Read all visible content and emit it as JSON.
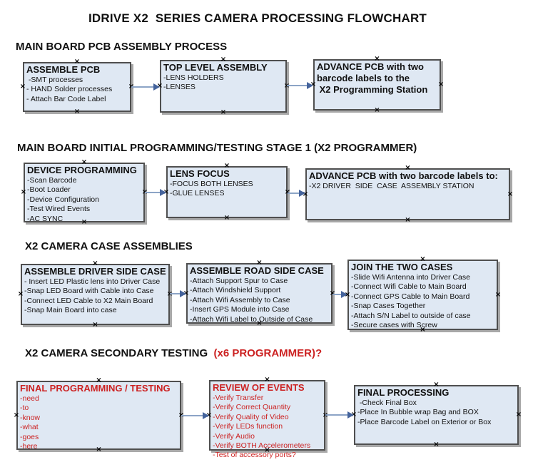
{
  "title": "IDRIVE X2  SERIES CAMERA PROCESSING FLOWCHART",
  "colors": {
    "box_fill": "#dfe8f3",
    "box_border": "#4f4f4f",
    "arrow_line": "#8ca4c6",
    "arrow_head": "#44639c",
    "red_text": "#cc2222",
    "black_text": "#111111"
  },
  "sections": [
    {
      "heading": "MAIN BOARD PCB ASSEMBLY PROCESS",
      "boxes": [
        {
          "id": "assemble-pcb",
          "title": "ASSEMBLE PCB",
          "color": "black",
          "items": [
            " -SMT processes",
            "- HAND Solder processes",
            "- Attach Bar Code Label"
          ]
        },
        {
          "id": "top-level-assembly",
          "title": "TOP LEVEL ASSEMBLY",
          "color": "black",
          "items": [
            "-LENS HOLDERS",
            "-LENSES"
          ]
        },
        {
          "id": "advance-pcb-to-programming",
          "color": "black",
          "title_lines": [
            "ADVANCE PCB with two",
            "barcode labels to the",
            " X2 Programming Station"
          ],
          "items": []
        }
      ]
    },
    {
      "heading": "MAIN BOARD INITIAL PROGRAMMING/TESTING STAGE 1 (X2 PROGRAMMER)",
      "boxes": [
        {
          "id": "device-programming",
          "title": "DEVICE PROGRAMMING",
          "color": "black",
          "items": [
            "-Scan Barcode",
            "-Boot Loader",
            "-Device Configuration",
            "-Test Wired Events",
            "-AC SYNC"
          ]
        },
        {
          "id": "lens-focus",
          "title": "LENS FOCUS",
          "color": "black",
          "items": [
            "-FOCUS BOTH LENSES",
            "-GLUE LENSES"
          ]
        },
        {
          "id": "advance-pcb-to-driver-station",
          "title": "ADVANCE PCB with two barcode labels to:",
          "color": "black",
          "items": [
            "-X2 DRIVER  SIDE  CASE  ASSEMBLY STATION"
          ]
        }
      ]
    },
    {
      "heading": "X2 CAMERA CASE ASSEMBLIES",
      "boxes": [
        {
          "id": "assemble-driver-side-case",
          "title": "ASSEMBLE DRIVER SIDE CASE",
          "color": "black",
          "items": [
            "- Insert LED Plastic lens into Driver Case",
            "-Snap LED Board with Cable into Case",
            "-Connect LED Cable to X2 Main Board",
            "-Snap Main Board into case"
          ]
        },
        {
          "id": "assemble-road-side-case",
          "title": "ASSEMBLE ROAD SIDE CASE",
          "color": "black",
          "items": [
            "-Attach Support Spur to Case",
            "-Attach Windshield Support",
            "-Attach Wifi Assembly to Case",
            "-Insert GPS Module into Case",
            "-Attach Wifi Label to Outside of Case"
          ]
        },
        {
          "id": "join-the-two-cases",
          "title": "JOIN THE TWO CASES",
          "color": "black",
          "items": [
            "-Slide Wifi Antenna into Driver Case",
            "-Connect Wifi Cable to Main Board",
            "-Connect GPS Cable to Main Board",
            "-Snap Cases Together",
            "-Attach S/N Label to outside of case",
            "-Secure cases with Screw"
          ]
        }
      ]
    },
    {
      "heading": "X2 CAMERA SECONDARY TESTING  ",
      "heading_red": "(x6 PROGRAMMER)?",
      "boxes": [
        {
          "id": "final-programming-testing",
          "title": "FINAL PROGRAMMING / TESTING",
          "color": "red",
          "items": [
            "-need",
            "-to",
            "-know",
            "-what",
            "-goes",
            "-here"
          ]
        },
        {
          "id": "review-of-events",
          "title": "REVIEW OF EVENTS",
          "color": "red",
          "items": [
            "-Verify Transfer",
            "-Verify Correct Quantity",
            "-Verify Quality of Video",
            "-Verify LEDs function",
            "-Verify Audio",
            "-Verify BOTH Accelerometers",
            "-Test of accessory ports?"
          ]
        },
        {
          "id": "final-processing",
          "title": "FINAL PROCESSING",
          "color": "black",
          "items": [
            " -Check Final Box",
            "-Place In Bubble wrap Bag and BOX",
            "-Place Barcode Label on Exterior or Box"
          ]
        }
      ]
    }
  ],
  "connections": [
    {
      "from": "assemble-pcb",
      "to": "top-level-assembly"
    },
    {
      "from": "top-level-assembly",
      "to": "advance-pcb-to-programming"
    },
    {
      "from": "device-programming",
      "to": "lens-focus"
    },
    {
      "from": "lens-focus",
      "to": "advance-pcb-to-driver-station"
    },
    {
      "from": "assemble-driver-side-case",
      "to": "assemble-road-side-case"
    },
    {
      "from": "assemble-road-side-case",
      "to": "join-the-two-cases"
    },
    {
      "from": "final-programming-testing",
      "to": "review-of-events"
    },
    {
      "from": "review-of-events",
      "to": "final-processing"
    }
  ]
}
